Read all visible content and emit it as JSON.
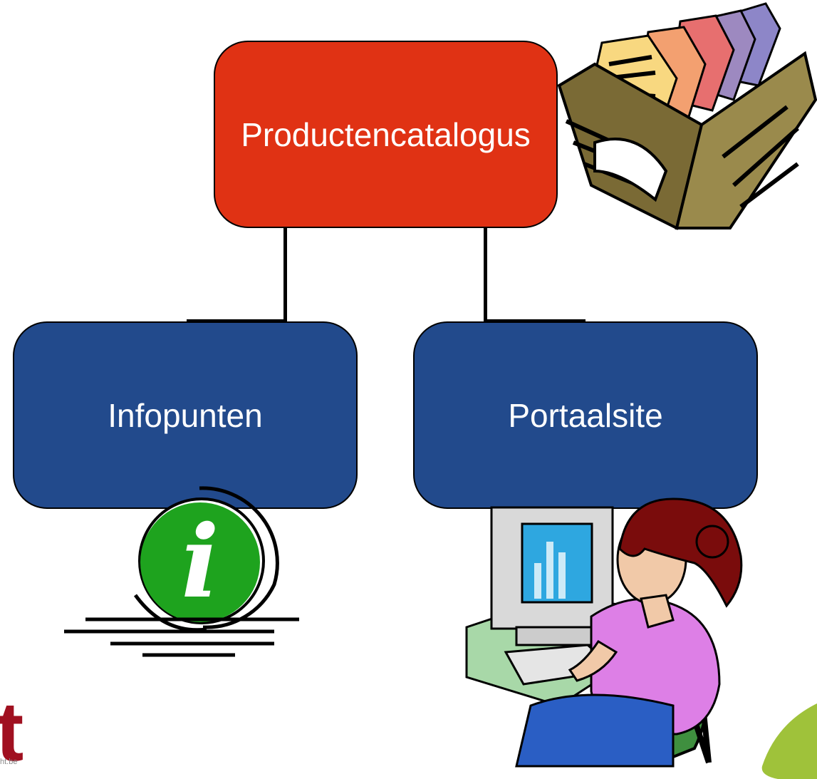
{
  "diagram": {
    "top_node": {
      "label": "Productencatalogus",
      "color": "#e03214"
    },
    "left_node": {
      "label": "Infopunten",
      "color": "#224a8c"
    },
    "right_node": {
      "label": "Portaalsite",
      "color": "#224a8c"
    }
  },
  "clipart": {
    "card_file": "card-file-box-icon",
    "info": "info-i-icon",
    "computer_user": "woman-at-computer-icon"
  },
  "logo": {
    "letter": "t",
    "url_fragment": "ht.be",
    "color": "#a01020"
  },
  "accent_leaf_color": "#9fc23a"
}
